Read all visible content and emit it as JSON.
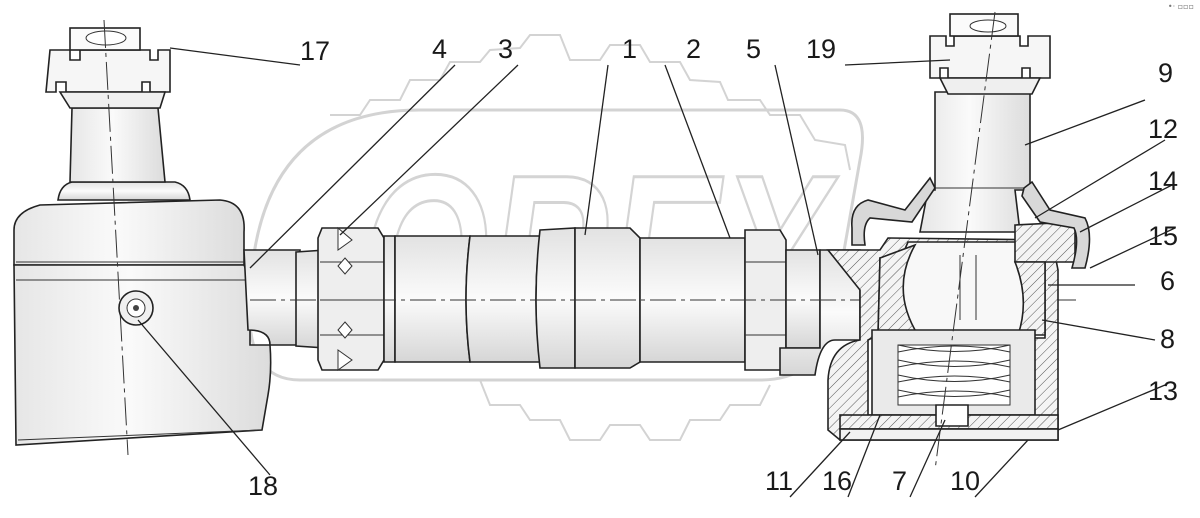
{
  "diagram": {
    "watermark": "OREX",
    "corner_mark": "•· ▫▫▫",
    "callouts": [
      "17",
      "4",
      "3",
      "1",
      "2",
      "5",
      "19",
      "9",
      "12",
      "14",
      "15",
      "6",
      "8",
      "13",
      "18",
      "11",
      "16",
      "7",
      "10"
    ]
  }
}
